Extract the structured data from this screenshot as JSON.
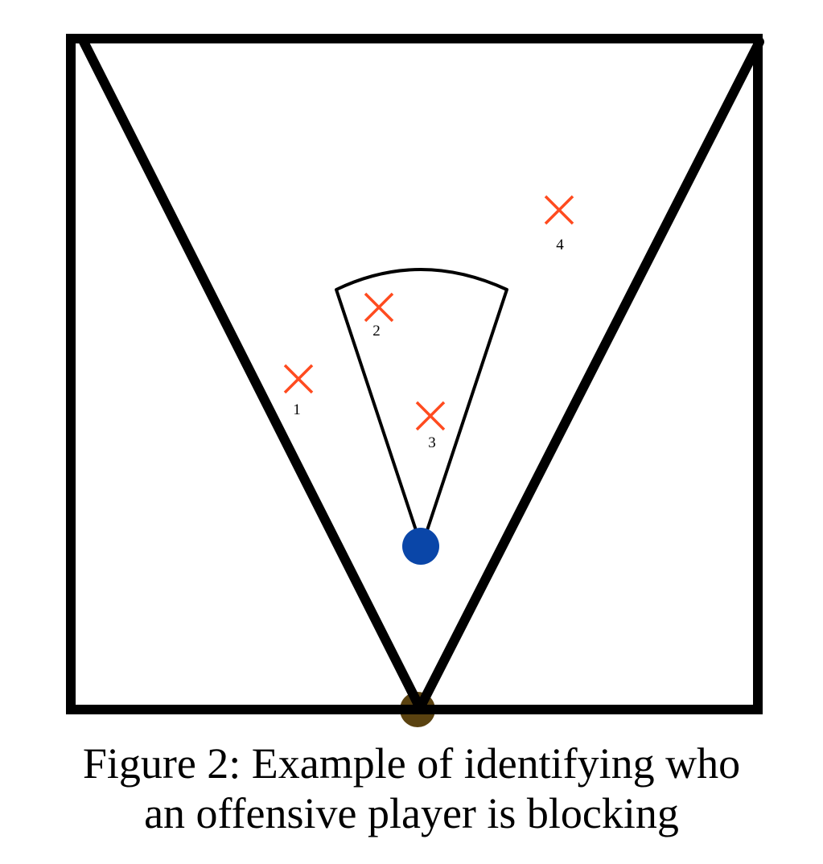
{
  "caption": {
    "line1": "Figure 2: Example of identifying who",
    "line2": "an offensive player is blocking"
  },
  "markers": [
    {
      "label": "1"
    },
    {
      "label": "2"
    },
    {
      "label": "3"
    },
    {
      "label": "4"
    }
  ],
  "colors": {
    "frame": "#000000",
    "defender_marker": "#ff4b1f",
    "offensive_player": "#0a46a8",
    "ball": "#5a4210"
  }
}
